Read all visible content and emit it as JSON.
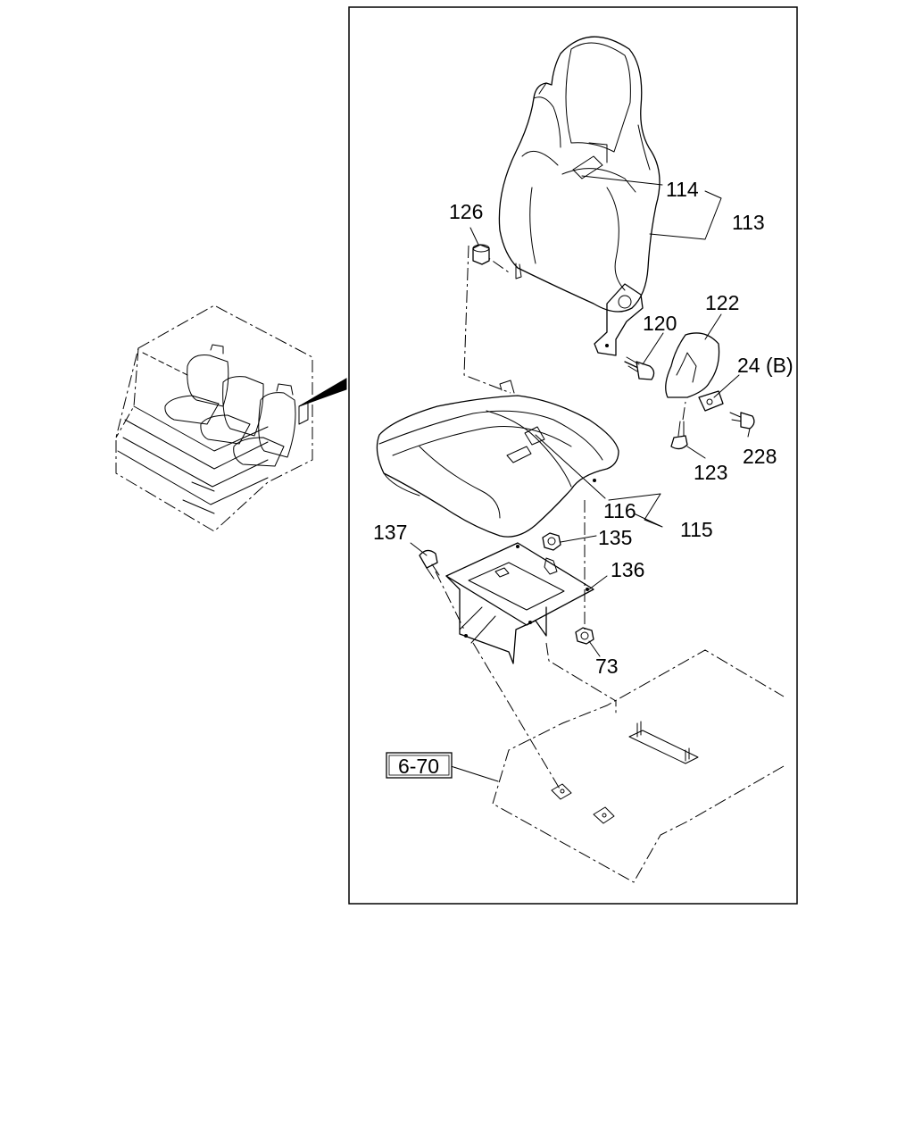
{
  "diagram": {
    "callouts": {
      "c113": "113",
      "c114": "114",
      "c126": "126",
      "c122": "122",
      "c120": "120",
      "c24b": "24 (B)",
      "c123": "123",
      "c228": "228",
      "c116": "116",
      "c115": "115",
      "c137": "137",
      "c135": "135",
      "c136": "136",
      "c73": "73",
      "ref": "6-70"
    }
  }
}
